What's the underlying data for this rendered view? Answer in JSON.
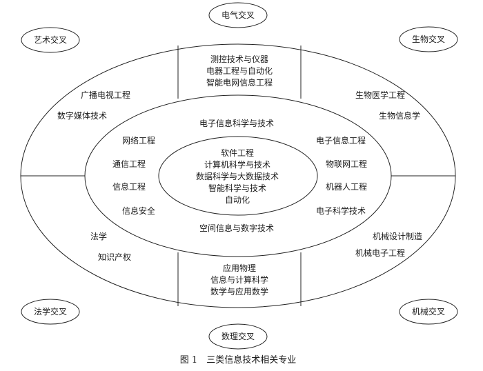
{
  "corner_labels": {
    "top": "电气交叉",
    "top_left": "艺术交叉",
    "top_right": "生物交叉",
    "bottom_left": "法学交叉",
    "bottom_right": "机械交叉",
    "bottom": "数理交叉"
  },
  "outer_ring": {
    "top": [
      "测控技术与仪器",
      "电器工程与自动化",
      "智能电网信息工程"
    ],
    "upper_left": [
      "广播电视工程",
      "数字媒体技术"
    ],
    "upper_right": [
      "生物医学工程",
      "生物信息学"
    ],
    "lower_left": [
      "法学",
      "知识产权"
    ],
    "lower_right": [
      "机械设计制造",
      "机械电子工程"
    ],
    "bottom": [
      "应用物理",
      "信息与计算科学",
      "数学与应用数学"
    ]
  },
  "middle_ring": {
    "top": "电子信息科学与技术",
    "bottom": "空间信息与数字技术",
    "left": [
      "网络工程",
      "通信工程",
      "信息工程",
      "信息安全"
    ],
    "right": [
      "电子信息工程",
      "物联网工程",
      "机器人工程",
      "电子科学技术"
    ]
  },
  "core": [
    "软件工程",
    "计算机科学与技术",
    "数据科学与大数据技术",
    "智能科学与技术",
    "自动化"
  ],
  "caption": "图 1　三类信息技术相关专业"
}
